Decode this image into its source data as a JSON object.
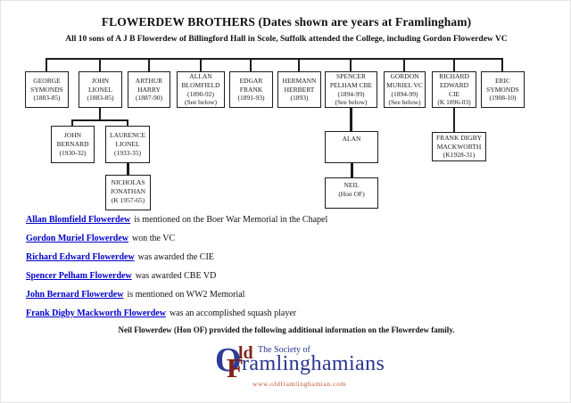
{
  "header": {
    "title": "FLOWERDEW BROTHERS (Dates shown are years at Framlingham)",
    "subtitle": "All 10 sons of A J B Flowerdew of Billingford Hall in Scole, Suffolk attended the College, including Gordon Flowerdew VC"
  },
  "tree": {
    "gen1": [
      {
        "id": "george-symonds",
        "lines": [
          "GEORGE",
          "SYMONDS",
          "(1883-85)"
        ]
      },
      {
        "id": "john-lionel",
        "lines": [
          "JOHN",
          "LIONEL",
          "(1883-85)"
        ]
      },
      {
        "id": "arthur-harry",
        "lines": [
          "ARTHUR",
          "HARRY",
          "(1887-90)"
        ]
      },
      {
        "id": "allan-blomfield",
        "lines": [
          "ALLAN",
          "BLOMFIELD",
          "(1890-92)",
          "(See below)"
        ]
      },
      {
        "id": "edgar-frank",
        "lines": [
          "EDGAR",
          "FRANK",
          "(1891-93)"
        ]
      },
      {
        "id": "hermann-herbert",
        "lines": [
          "HERMANN",
          "HERBERT",
          "(1893)"
        ]
      },
      {
        "id": "spencer-pelham",
        "lines": [
          "SPENCER",
          "PELHAM CBE",
          "(1894-99)",
          "(See below)"
        ]
      },
      {
        "id": "gordon-muriel",
        "lines": [
          "GORDON",
          "MURIEL VC",
          "(1894-99)",
          "(See below)"
        ]
      },
      {
        "id": "richard-edward",
        "lines": [
          "RICHARD",
          "EDWARD",
          "CIE",
          "(K 1896-03)"
        ]
      },
      {
        "id": "eric-symonds",
        "lines": [
          "ERIC",
          "SYMONDS",
          "(1908-10)"
        ]
      }
    ],
    "gen2": [
      {
        "id": "john-bernard",
        "lines": [
          "JOHN",
          "BERNARD",
          "(1930-32)"
        ]
      },
      {
        "id": "laurence-lionel",
        "lines": [
          "LAURENCE",
          "LIONEL",
          "(1933-35)"
        ]
      },
      {
        "id": "alan",
        "lines": [
          "ALAN"
        ]
      },
      {
        "id": "frank-digby",
        "lines": [
          "FRANK DIGBY",
          "MACKWORTH",
          "(K1928-31)"
        ]
      }
    ],
    "gen3": [
      {
        "id": "nicholas-jonathan",
        "lines": [
          "NICHOLAS",
          "JONATHAN",
          "(K 1957-65)"
        ]
      },
      {
        "id": "neil",
        "lines": [
          "NEIL",
          "(Hon OF)"
        ]
      }
    ]
  },
  "notes": [
    {
      "link": "Allan Blomfield Flowerdew",
      "text": "is mentioned on the Boer War Memorial in the Chapel"
    },
    {
      "link": "Gordon Muriel Flowerdew",
      "text": "won the VC"
    },
    {
      "link": "Richard Edward Flowerdew",
      "text": "was awarded the CIE"
    },
    {
      "link": "Spencer Pelham Flowerdew",
      "text": "was awarded CBE VD"
    },
    {
      "link": "John Bernard Flowerdew",
      "text": "is mentioned on WW2 Memorial"
    },
    {
      "link": "Frank Digby Mackworth Flowerdew",
      "text": "was an accomplished squash player"
    }
  ],
  "footer_note": "Neil Flowerdew (Hon OF) provided the following additional information on the Flowerdew family.",
  "logo": {
    "monogram_o": "O",
    "old_suffix": "ld",
    "monogram_f": "F",
    "society_line": "The Society of",
    "name_line": "ramlinghamians",
    "url": "www.oldframlinghamian.com"
  },
  "colors": {
    "link_blue": "#0000cc",
    "logo_blue": "#2c3c97",
    "logo_maroon": "#7d241c",
    "logo_navy": "#283593",
    "logo_orange": "#c4532e",
    "line_black": "#1c1c1c"
  }
}
